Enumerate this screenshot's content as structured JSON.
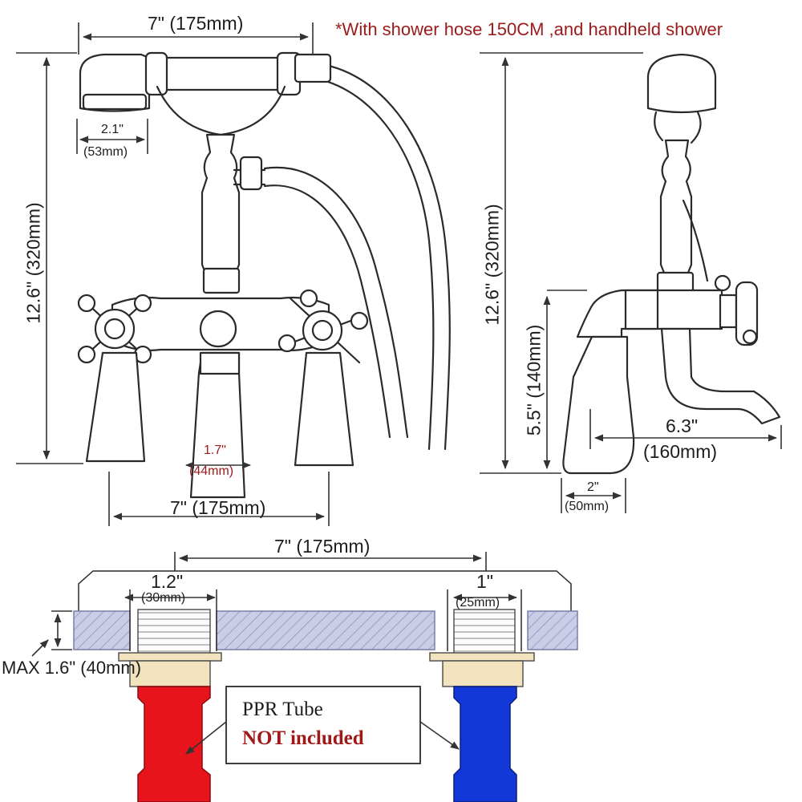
{
  "note": "*With shower hose 150CM ,and handheld shower",
  "front_view": {
    "width_top": "7\" (175mm)",
    "head_width_in": "2.1\"",
    "head_width_mm": "(53mm)",
    "height": "12.6\" (320mm)",
    "spout_width_in": "1.7\"",
    "spout_width_mm": "(44mm)",
    "width_bottom": "7\" (175mm)"
  },
  "side_view": {
    "height": "12.6\" (320mm)",
    "deck_height": "5.5\" (140mm)",
    "reach_in": "6.3\"",
    "reach_mm": "(160mm)",
    "base_in": "2\"",
    "base_mm": "(50mm)"
  },
  "install_view": {
    "center_distance": "7\" (175mm)",
    "left_hole_in": "1.2\"",
    "left_hole_mm": "(30mm)",
    "right_hole_in": "1\"",
    "right_hole_mm": "(25mm)",
    "max_thickness": "MAX 1.6\" (40mm)",
    "tube_label": "PPR Tube",
    "tube_note": "NOT included"
  },
  "colors": {
    "hot_pipe": "#e8141c",
    "cold_pipe": "#1238d8",
    "deck_fill": "#c9cde6",
    "nut_fill": "#f2e2bd",
    "note_text": "#9b1a1a"
  }
}
